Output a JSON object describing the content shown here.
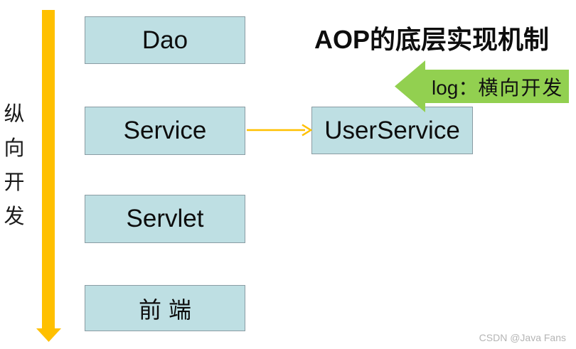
{
  "title": "AOP的底层实现机制",
  "vertical_axis": {
    "label": "纵向开发",
    "chars": [
      "纵",
      "向",
      "开",
      "发"
    ]
  },
  "layers": [
    {
      "label": "Dao"
    },
    {
      "label": "Service"
    },
    {
      "label": "Servlet"
    },
    {
      "label": "前端"
    }
  ],
  "target_box": {
    "label": "UserService"
  },
  "cross_arrow": {
    "prefix": "log：",
    "text": "横向开发"
  },
  "watermark": "CSDN @Java Fans",
  "colors": {
    "orange": "#FFC000",
    "green": "#92D050",
    "box_fill": "#BEDFE3",
    "box_border": "#8A9CA3",
    "text": "#000000",
    "watermark": "#B5B5B5"
  }
}
